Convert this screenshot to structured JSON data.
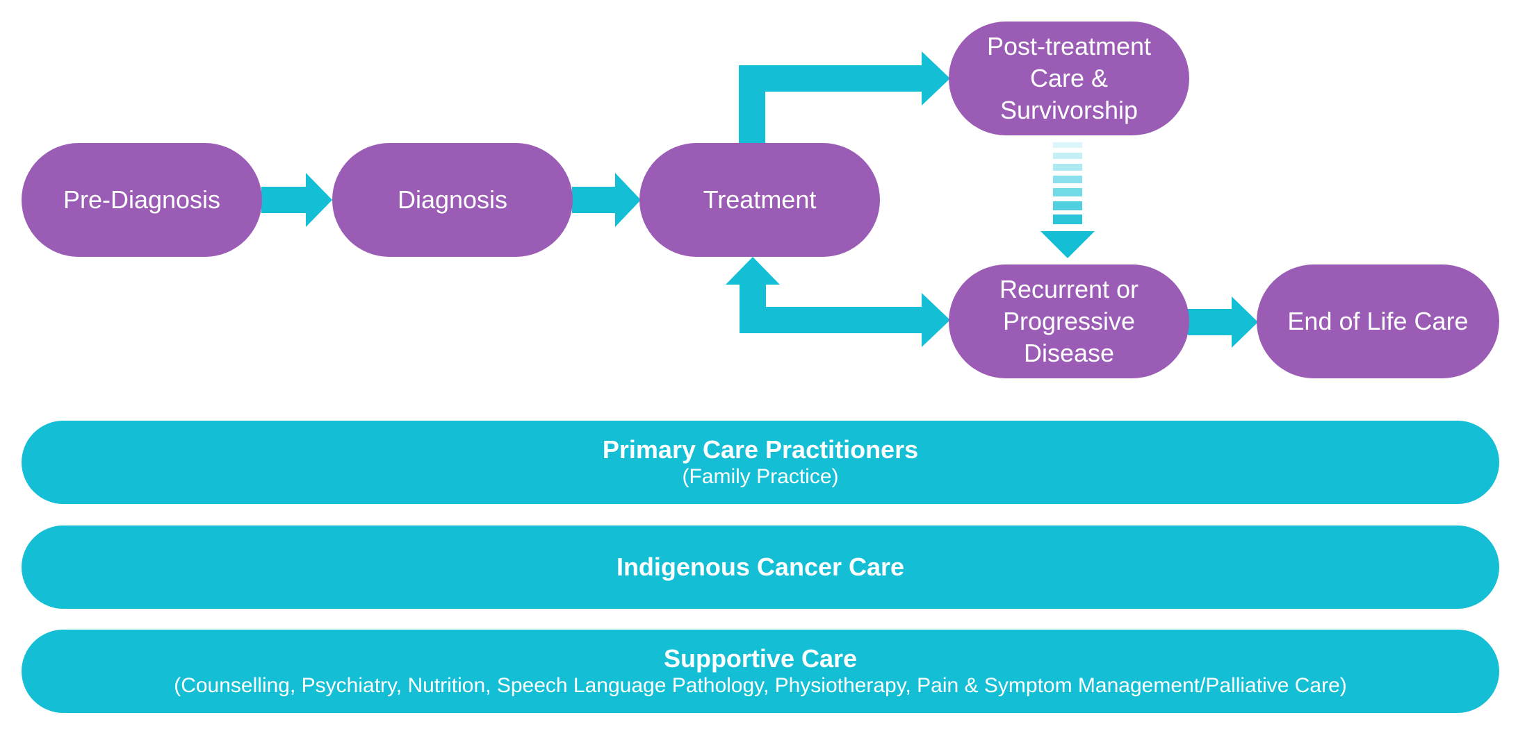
{
  "colors": {
    "stage_fill": "#9b5cb5",
    "arrow_fill": "#14bfd6",
    "band_fill": "#14bfd6",
    "text": "#ffffff"
  },
  "stages": {
    "pre_diagnosis": "Pre-Diagnosis",
    "diagnosis": "Diagnosis",
    "treatment": "Treatment",
    "post_treatment": "Post-treatment\nCare &\nSurvivorship",
    "recurrent": "Recurrent or\nProgressive\nDisease",
    "end_of_life": "End of Life Care"
  },
  "bands": {
    "primary_care": {
      "title": "Primary Care Practitioners",
      "subtitle": "(Family Practice)"
    },
    "indigenous": {
      "title": "Indigenous Cancer Care"
    },
    "supportive": {
      "title": "Supportive Care",
      "subtitle": "(Counselling, Psychiatry, Nutrition, Speech Language Pathology, Physiotherapy, Pain & Symptom Management/Palliative Care)"
    }
  }
}
